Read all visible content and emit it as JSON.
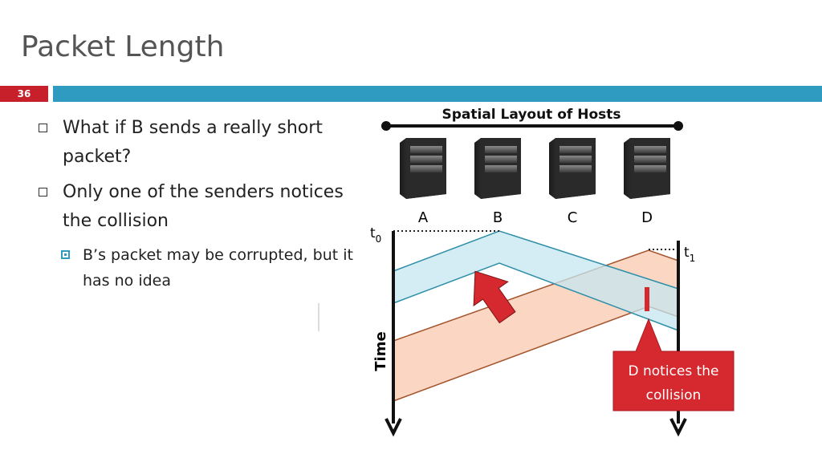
{
  "slide": {
    "title": "Packet Length",
    "number": "36",
    "accent_color": "#c8202a",
    "bar_color": "#2f9bc1"
  },
  "bullets": [
    {
      "text": "What if B sends a really short packet?"
    },
    {
      "text": "Only one of the senders notices the collision",
      "sub": [
        {
          "text": "B’s packet may be corrupted, but it has no idea"
        }
      ]
    }
  ],
  "diagram": {
    "layout_title": "Spatial Layout of Hosts",
    "hosts": [
      "A",
      "B",
      "C",
      "D"
    ],
    "host_icon": "server-tower-icon",
    "time_label": "Time",
    "t0_label": "t",
    "t0_sub": "0",
    "t1_label": "t",
    "t1_sub": "1",
    "callout": "D notices the collision",
    "colors": {
      "packet_b": "#c6e7f0",
      "packet_b_edge": "#2f8fa8",
      "packet_d": "#f9d2bd",
      "packet_d_edge": "#a3542c",
      "callout": "#d6282f",
      "arrow": "#d6282f"
    }
  }
}
